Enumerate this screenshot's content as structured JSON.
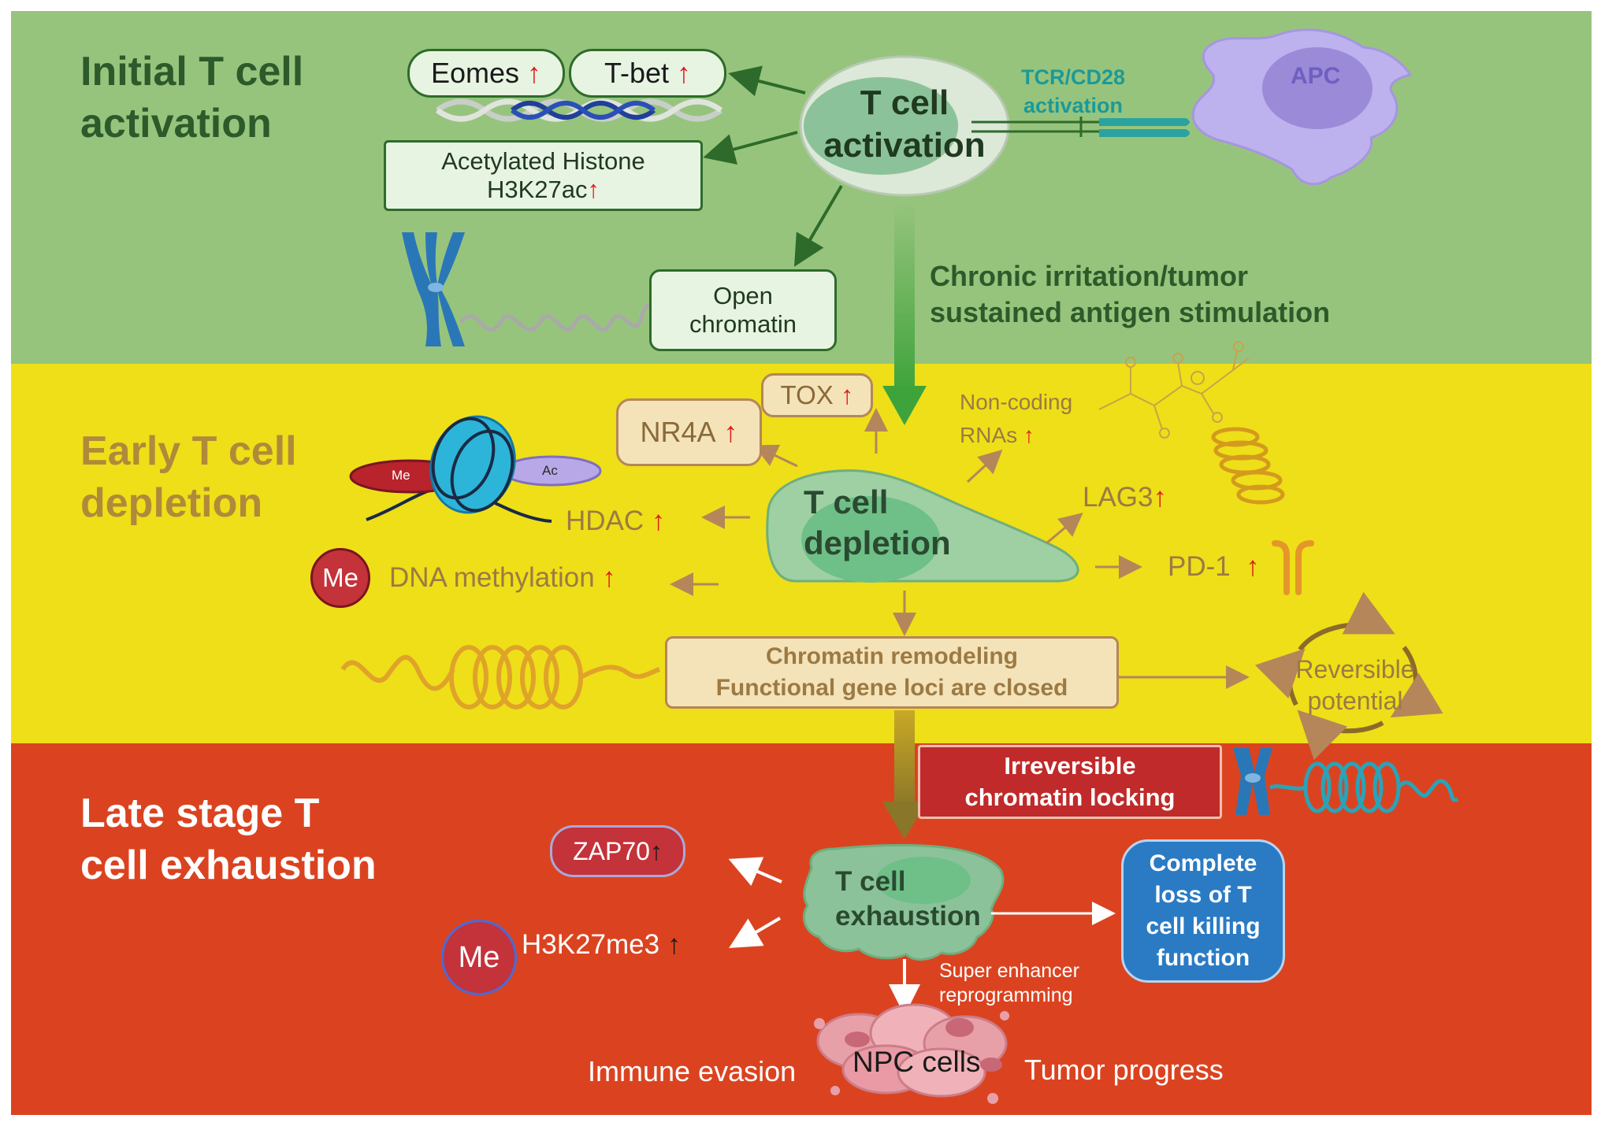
{
  "bands": {
    "activation": {
      "title_line1": "Initial T cell",
      "title_line2": "activation",
      "color": "#97c47d",
      "title_color": "#2d5a2a"
    },
    "depletion": {
      "title_line1": "Early T cell",
      "title_line2": "depletion",
      "color": "#eedf18",
      "title_color": "#b08a3a"
    },
    "exhaustion": {
      "title_line1": "Late stage T",
      "title_line2": "cell exhaustion",
      "color": "#db4320",
      "title_color": "#ffffff"
    }
  },
  "activation": {
    "eomes": "Eomes",
    "tbet": "T-bet",
    "acetylated_line1": "Acetylated Histone",
    "acetylated_line2": "H3K27ac",
    "open_chromatin_line1": "Open",
    "open_chromatin_line2": "chromatin",
    "cell_line1": "T cell",
    "cell_line2": "activation",
    "tcr_line1": "TCR/CD28",
    "tcr_line2": "activation",
    "apc": "APC",
    "chronic_line1": "Chronic irritation/tumor",
    "chronic_line2": "sustained antigen stimulation"
  },
  "depletion": {
    "tox": "TOX",
    "nr4a": "NR4A",
    "noncoding_line1": "Non-coding",
    "noncoding_line2": "RNAs",
    "lag3": "LAG3",
    "pd1": "PD-1",
    "hdac": "HDAC",
    "dna_methylation": "DNA methylation",
    "me_badge": "Me",
    "nucleosome_me": "Me",
    "nucleosome_ac": "Ac",
    "cell_line1": "T cell",
    "cell_line2": "depletion",
    "remodeling_line1": "Chromatin remodeling",
    "remodeling_line2": "Functional gene loci are closed",
    "reversible_line1": "Reversible",
    "reversible_line2": "potential"
  },
  "exhaustion": {
    "irreversible_line1": "Irreversible",
    "irreversible_line2": "chromatin locking",
    "zap70": "ZAP70",
    "h3k27me3": "H3K27me3",
    "me_badge": "Me",
    "cell_line1": "T cell",
    "cell_line2": "exhaustion",
    "complete_line1": "Complete",
    "complete_line2": "loss of T",
    "complete_line3": "cell killing",
    "complete_line4": "function",
    "super_line1": "Super enhancer",
    "super_line2": "reprogramming",
    "immune_evasion": "Immune evasion",
    "npc_cells": "NPC cells",
    "tumor_progress": "Tumor progress"
  },
  "symbols": {
    "up_arrow": "↑"
  }
}
